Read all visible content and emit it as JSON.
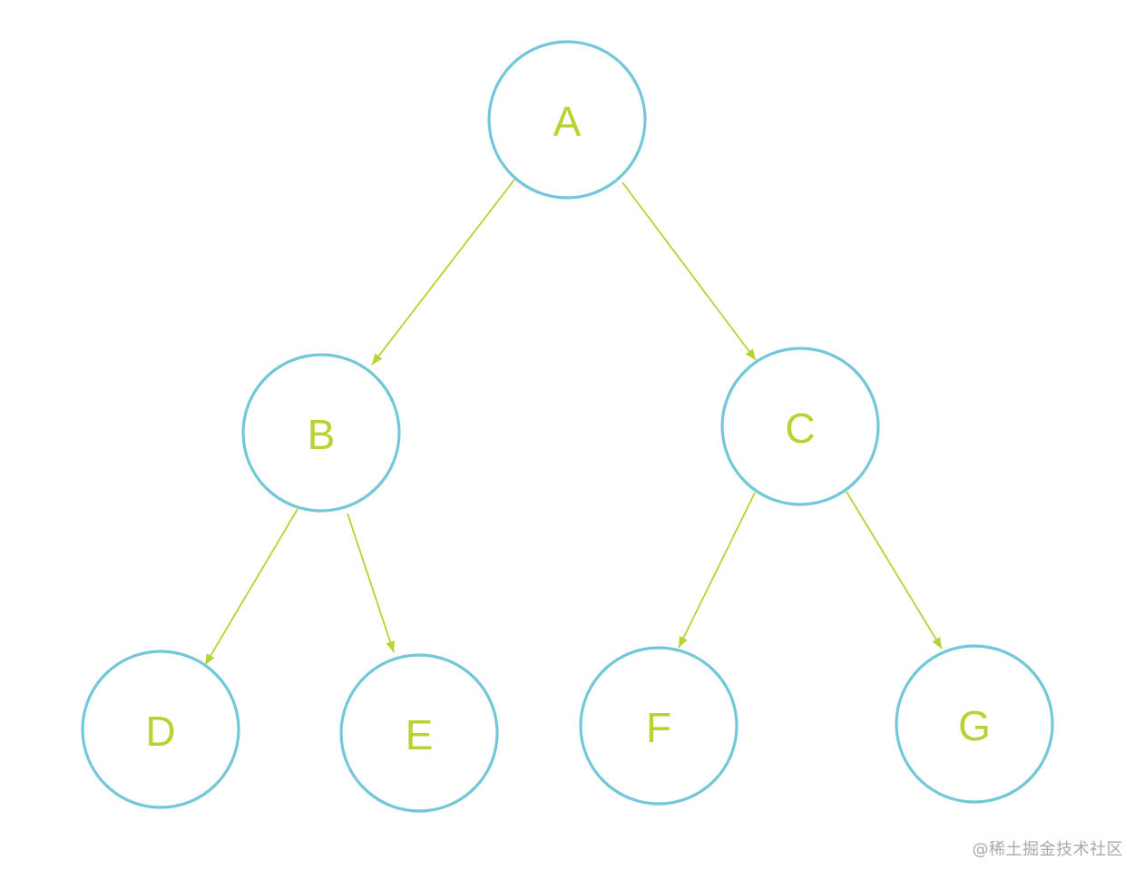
{
  "colors": {
    "node_stroke": "#74c7d9",
    "label": "#b5d332",
    "edge": "#b5d332",
    "watermark": "#a9a9a9"
  },
  "nodes": [
    {
      "id": "A",
      "label": "A"
    },
    {
      "id": "B",
      "label": "B"
    },
    {
      "id": "C",
      "label": "C"
    },
    {
      "id": "D",
      "label": "D"
    },
    {
      "id": "E",
      "label": "E"
    },
    {
      "id": "F",
      "label": "F"
    },
    {
      "id": "G",
      "label": "G"
    }
  ],
  "edges": [
    {
      "from": "A",
      "to": "B"
    },
    {
      "from": "A",
      "to": "C"
    },
    {
      "from": "B",
      "to": "D"
    },
    {
      "from": "B",
      "to": "E"
    },
    {
      "from": "C",
      "to": "F"
    },
    {
      "from": "C",
      "to": "G"
    }
  ],
  "watermark": "@稀土掘金技术社区"
}
